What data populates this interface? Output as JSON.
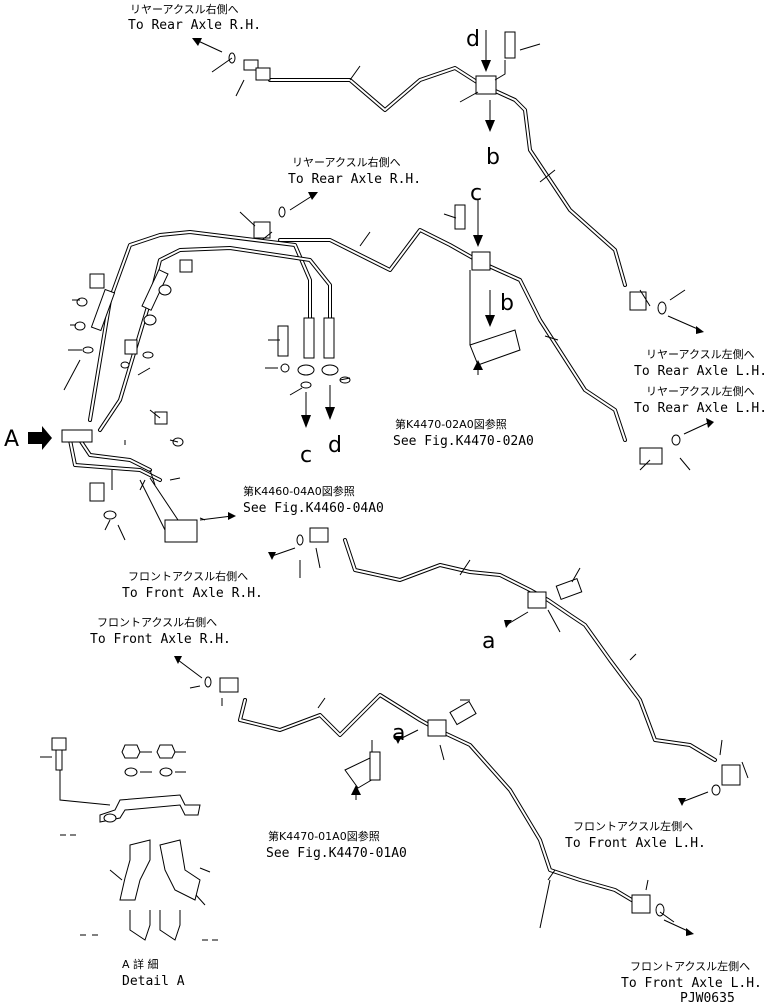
{
  "labels": {
    "rear_rh_top_jp": "リヤーアクスル右側へ",
    "rear_rh_top_en": "To Rear Axle R.H.",
    "rear_rh_mid_jp": "リヤーアクスル右側へ",
    "rear_rh_mid_en": "To Rear Axle R.H.",
    "rear_lh_1_jp": "リヤーアクスル左側へ",
    "rear_lh_1_en": "To Rear Axle L.H.",
    "rear_lh_2_jp": "リヤーアクスル左側へ",
    "rear_lh_2_en": "To Rear Axle L.H.",
    "front_rh_1_jp": "フロントアクスル右側へ",
    "front_rh_1_en": "To Front Axle R.H.",
    "front_rh_2_jp": "フロントアクスル右側へ",
    "front_rh_2_en": "To Front Axle R.H.",
    "front_lh_1_jp": "フロントアクスル左側へ",
    "front_lh_1_en": "To Front Axle L.H.",
    "front_lh_2_jp": "フロントアクスル左側へ",
    "front_lh_2_en": "To Front Axle L.H.",
    "ref_02a0_jp": "第K4470-02A0図参照",
    "ref_02a0_en": "See Fig.K4470-02A0",
    "ref_04a0_jp": "第K4460-04A0図参照",
    "ref_04a0_en": "See Fig.K4460-04A0",
    "ref_01a0_jp": "第K4470-01A0図参照",
    "ref_01a0_en": "See Fig.K4470-01A0",
    "detail_jp": "A 詳 細",
    "detail_en": "Detail A",
    "drawing_no": "PJW0635"
  },
  "markers": {
    "a": "a",
    "b": "b",
    "c": "c",
    "d": "d",
    "A": "A"
  }
}
